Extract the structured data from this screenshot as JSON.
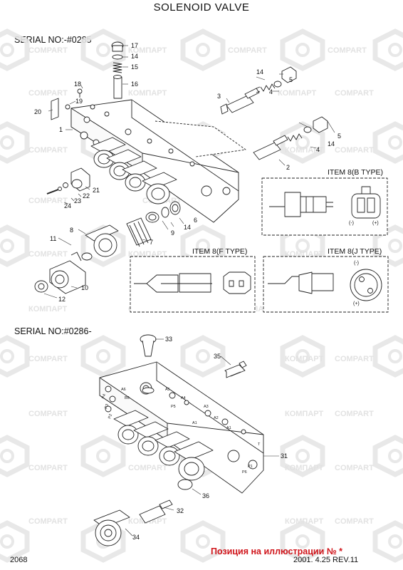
{
  "header": {
    "title": "SOLENOID VALVE"
  },
  "sections": {
    "top_serial": "SERIAL NO:-#0285",
    "bottom_serial": "SERIAL NO:#0286-"
  },
  "items": {
    "b_type": {
      "title": "ITEM 8(B  TYPE)",
      "minus": "(-)",
      "plus": "(+)"
    },
    "f_type": {
      "title": "ITEM 8(F  TYPE)"
    },
    "j_type": {
      "title": "ITEM 8(J  TYPE)",
      "minus": "(-)",
      "plus": "(+)"
    }
  },
  "callouts_top": [
    "17",
    "14",
    "15",
    "16",
    "18",
    "19",
    "20",
    "1",
    "14",
    "5",
    "3",
    "4",
    "14",
    "5",
    "4",
    "2",
    "21",
    "22",
    "23",
    "24",
    "9",
    "14",
    "6",
    "8",
    "7",
    "11",
    "10",
    "12"
  ],
  "callouts_bottom": [
    "33",
    "35",
    "31",
    "36",
    "32",
    "34"
  ],
  "ports": [
    "P4",
    "P3",
    "P2",
    "A6",
    "B6",
    "A5",
    "A4",
    "P5",
    "A3",
    "A2",
    "A1",
    "T",
    "P1",
    "P6",
    "A1"
  ],
  "watermark": {
    "brand": "COMPART",
    "brand_ru": "КОМПАРТ"
  },
  "footer": {
    "page": "2068",
    "note": "Позиция на иллюстрации № *",
    "revision": "2001. 4.25 REV.11"
  },
  "colors": {
    "line": "#222222",
    "watermark": "#e6e6e6",
    "note": "#d0151b"
  }
}
